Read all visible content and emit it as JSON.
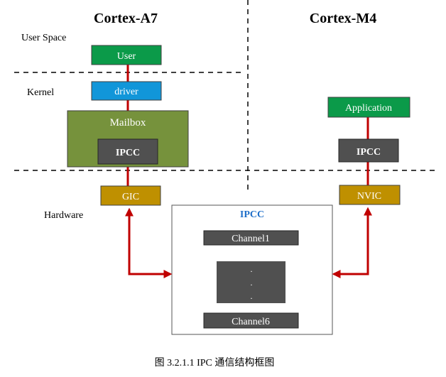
{
  "diagram": {
    "headings": {
      "left": "Cortex-A7",
      "right": "Cortex-M4"
    },
    "layers": {
      "user_space": "User Space",
      "kernel": "Kernel",
      "hardware": "Hardware"
    },
    "a7": {
      "user": "User",
      "driver": "driver",
      "mailbox": "Mailbox",
      "ipcc": "IPCC",
      "gic": "GIC"
    },
    "m4": {
      "application": "Application",
      "ipcc": "IPCC",
      "nvic": "NVIC"
    },
    "ipcc_block": {
      "title": "IPCC",
      "channel_first": "Channel1",
      "channel_last": "Channel6",
      "ellipsis": [
        ".",
        ".",
        "."
      ]
    },
    "caption": "图 3.2.1.1 IPC 通信结构框图",
    "colors": {
      "green": "#0b9a49",
      "blue": "#1196d9",
      "olive": "#76923c",
      "dark_gray": "#505050",
      "gold": "#bf9000",
      "red": "#c00000",
      "title_blue": "#1f6fc9",
      "text_white": "#ffffff"
    }
  }
}
